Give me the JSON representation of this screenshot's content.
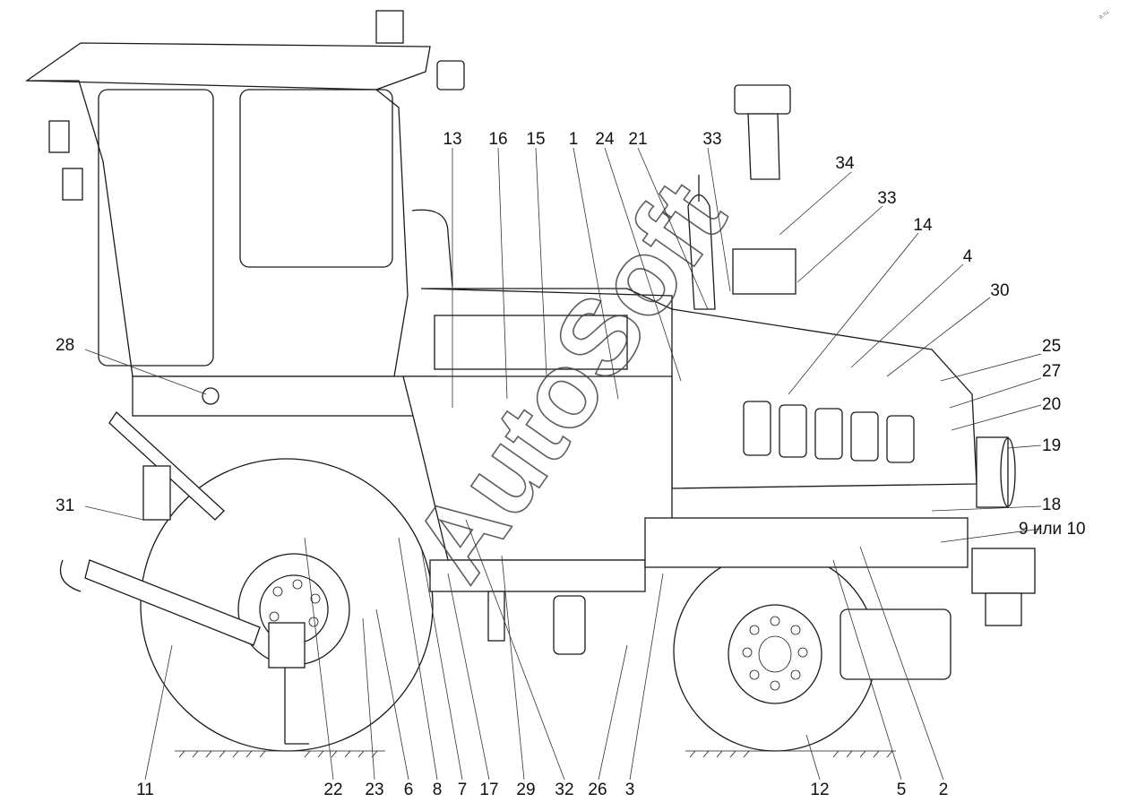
{
  "watermark": "AutoSoft",
  "corner_mark": "a.ru",
  "callouts": {
    "top": [
      "13",
      "16",
      "15",
      "1",
      "24",
      "21",
      "33",
      "34",
      "33",
      "14",
      "4",
      "30"
    ],
    "right": [
      "25",
      "27",
      "20",
      "19",
      "18",
      "9 или 10"
    ],
    "left": [
      "28",
      "31"
    ],
    "bottom": [
      "11",
      "22",
      "23",
      "6",
      "8",
      "7",
      "17",
      "29",
      "32",
      "26",
      "3",
      "12",
      "5",
      "2"
    ]
  }
}
